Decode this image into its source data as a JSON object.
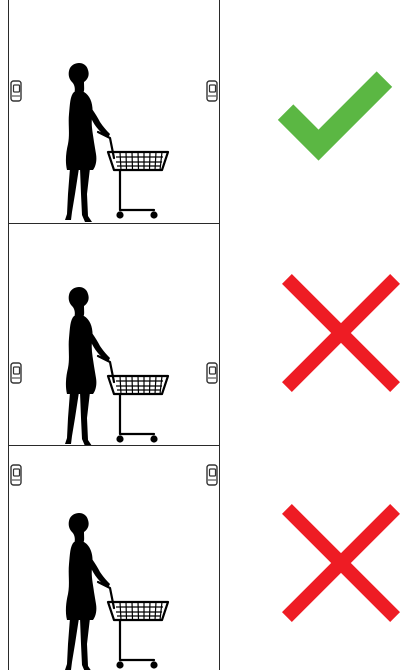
{
  "scenarios": [
    {
      "sensors": "mid",
      "result": "correct",
      "result_icon": "check-icon",
      "result_color": "#5bb743"
    },
    {
      "sensors": "low",
      "result": "incorrect",
      "result_icon": "cross-icon",
      "result_color": "#ee1c24"
    },
    {
      "sensors": "high",
      "result": "incorrect",
      "result_icon": "cross-icon",
      "result_color": "#ee1c24"
    }
  ],
  "colors": {
    "figure": "#000000",
    "line": "#2a2a2a",
    "sensor": "#333333"
  }
}
